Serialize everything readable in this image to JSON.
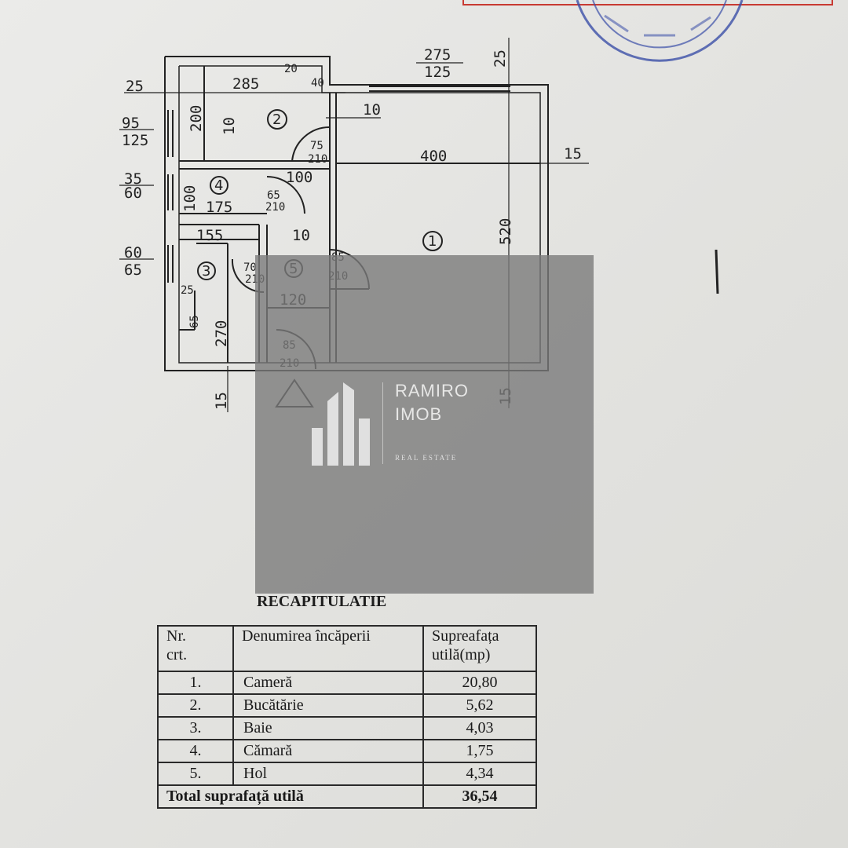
{
  "plan": {
    "dims": {
      "top_left": "25",
      "w285": "285",
      "d20": "20",
      "d40": "40",
      "frac_top_num": "275",
      "frac_top_den": "125",
      "top_right": "25",
      "h200": "200",
      "w10a": "10",
      "w10b": "10",
      "win95_num": "95",
      "win95_den": "125",
      "door75_num": "75",
      "door75_den": "210",
      "w400": "400",
      "right15": "15",
      "win35_num": "35",
      "win35_den": "60",
      "h100": "100",
      "w175": "175",
      "door65_num": "65",
      "door65_den": "210",
      "w100": "100",
      "h520": "520",
      "w155": "155",
      "w10c": "10",
      "win60_num": "60",
      "win60_den": "65",
      "door70_num": "70",
      "door70_den": "210",
      "door85a_num": "85",
      "door85a_den": "210",
      "d25": "25",
      "w120": "120",
      "d65": "65",
      "h270": "270",
      "door85b_num": "85",
      "door85b_den": "210",
      "bottom_left": "15",
      "bottom_right": "15"
    },
    "rooms": {
      "r1": "1",
      "r2": "2",
      "r3": "3",
      "r4": "4",
      "r5": "5"
    }
  },
  "watermark": {
    "line1": "RAMIRO",
    "line2": "IMOB",
    "sub": "REAL ESTATE"
  },
  "recap": {
    "title": "RECAPITULATIE",
    "headers": {
      "nr_1": "Nr.",
      "nr_2": "crt.",
      "name": "Denumirea încăperii",
      "area_1": "Supreafața",
      "area_2": "utilă(mp)"
    },
    "rows": [
      {
        "nr": "1.",
        "name": "Cameră",
        "area": "20,80"
      },
      {
        "nr": "2.",
        "name": "Bucătărie",
        "area": "5,62"
      },
      {
        "nr": "3.",
        "name": "Baie",
        "area": "4,03"
      },
      {
        "nr": "4.",
        "name": "Cămară",
        "area": "1,75"
      },
      {
        "nr": "5.",
        "name": "Hol",
        "area": "4,34"
      }
    ],
    "total": {
      "label": "Total suprafață utilă",
      "area": "36,54"
    }
  },
  "colors": {
    "stamp": "#3b4fa8",
    "red_box": "#c83a32",
    "ink": "#222222"
  }
}
